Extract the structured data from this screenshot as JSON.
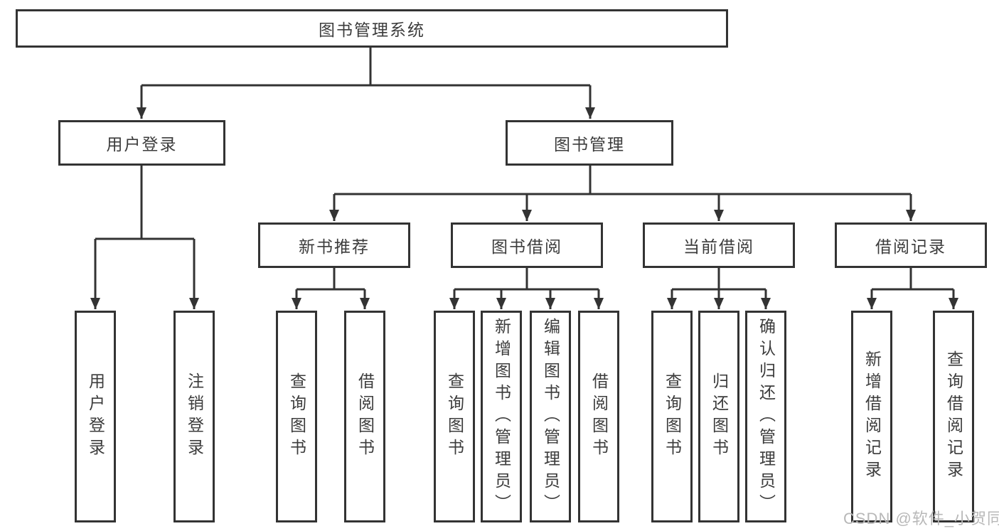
{
  "diagram": {
    "tree": {
      "root_label": "图书管理系统",
      "branches": [
        {
          "label": "用户登录",
          "children": [
            {
              "label": "用户登录"
            },
            {
              "label": "注销登录"
            }
          ]
        },
        {
          "label": "图书管理",
          "children": [
            {
              "label": "新书推荐",
              "children": [
                {
                  "label": "查询图书"
                },
                {
                  "label": "借阅图书"
                }
              ]
            },
            {
              "label": "图书借阅",
              "children": [
                {
                  "label": "查询图书"
                },
                {
                  "label": "新增图书（管理员）"
                },
                {
                  "label": "编辑图书（管理员）"
                },
                {
                  "label": "借阅图书"
                }
              ]
            },
            {
              "label": "当前借阅",
              "children": [
                {
                  "label": "查询图书"
                },
                {
                  "label": "归还图书"
                },
                {
                  "label": "确认归还（管理员）"
                }
              ]
            },
            {
              "label": "借阅记录",
              "children": [
                {
                  "label": "新增借阅记录"
                },
                {
                  "label": "查询借阅记录"
                }
              ]
            }
          ]
        }
      ]
    },
    "watermark": {
      "text": "CSDN @软件_小贺同学"
    },
    "colors": {
      "line": "#333333",
      "text": "#3c3c3c",
      "background": "#ffffff",
      "watermark": "#b8b8b8"
    }
  }
}
